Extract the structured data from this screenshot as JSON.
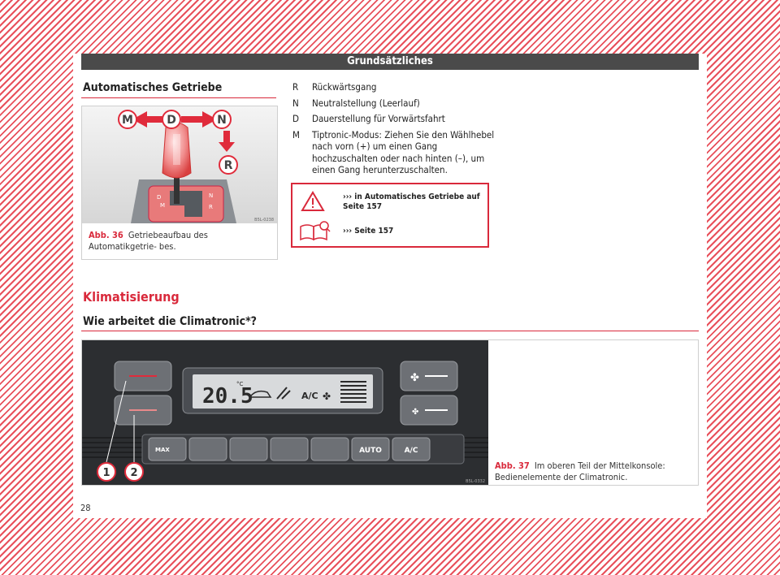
{
  "header": {
    "title": "Grundsätzliches"
  },
  "section1": {
    "title": "Automatisches Getriebe"
  },
  "figure36": {
    "labels": {
      "m": "M",
      "d": "D",
      "n": "N",
      "r": "R"
    },
    "code": "B5L-0238",
    "caption_label": "Abb. 36",
    "caption_text": "Getriebeaufbau des Automatikgetrie- bes."
  },
  "gears": [
    {
      "key": "R",
      "text": "Rückwärtsgang"
    },
    {
      "key": "N",
      "text": "Neutralstellung (Leerlauf)"
    },
    {
      "key": "D",
      "text": "Dauerstellung für Vorwärtsfahrt"
    },
    {
      "key": "M",
      "text": "Tiptronic-Modus: Ziehen Sie den Wählhebel nach vorn (+) um einen Gang hochzuschalten oder nach hinten (–), um einen Gang herunterzuschalten."
    }
  ],
  "note": {
    "warning_ref": "››› in Automatisches Getriebe auf Seite 157",
    "book_ref": "››› Seite 157"
  },
  "section2": {
    "title": "Klimatisierung",
    "subtitle": "Wie arbeitet die Climatronic*?"
  },
  "figure37": {
    "display_temp": "20.5",
    "display_unit": "°C",
    "display_ac": "A/C",
    "buttons": [
      "MAX",
      "AUTO",
      "A/C"
    ],
    "callouts": [
      "1",
      "2"
    ],
    "code": "B5L-0332",
    "caption_label": "Abb. 37",
    "caption_text": "Im oberen Teil der Mittelkonsole: Bedienelemente der Climatronic."
  },
  "page_number": "28",
  "colors": {
    "accent": "#d9293b",
    "header_bg": "#4a4a4a"
  }
}
